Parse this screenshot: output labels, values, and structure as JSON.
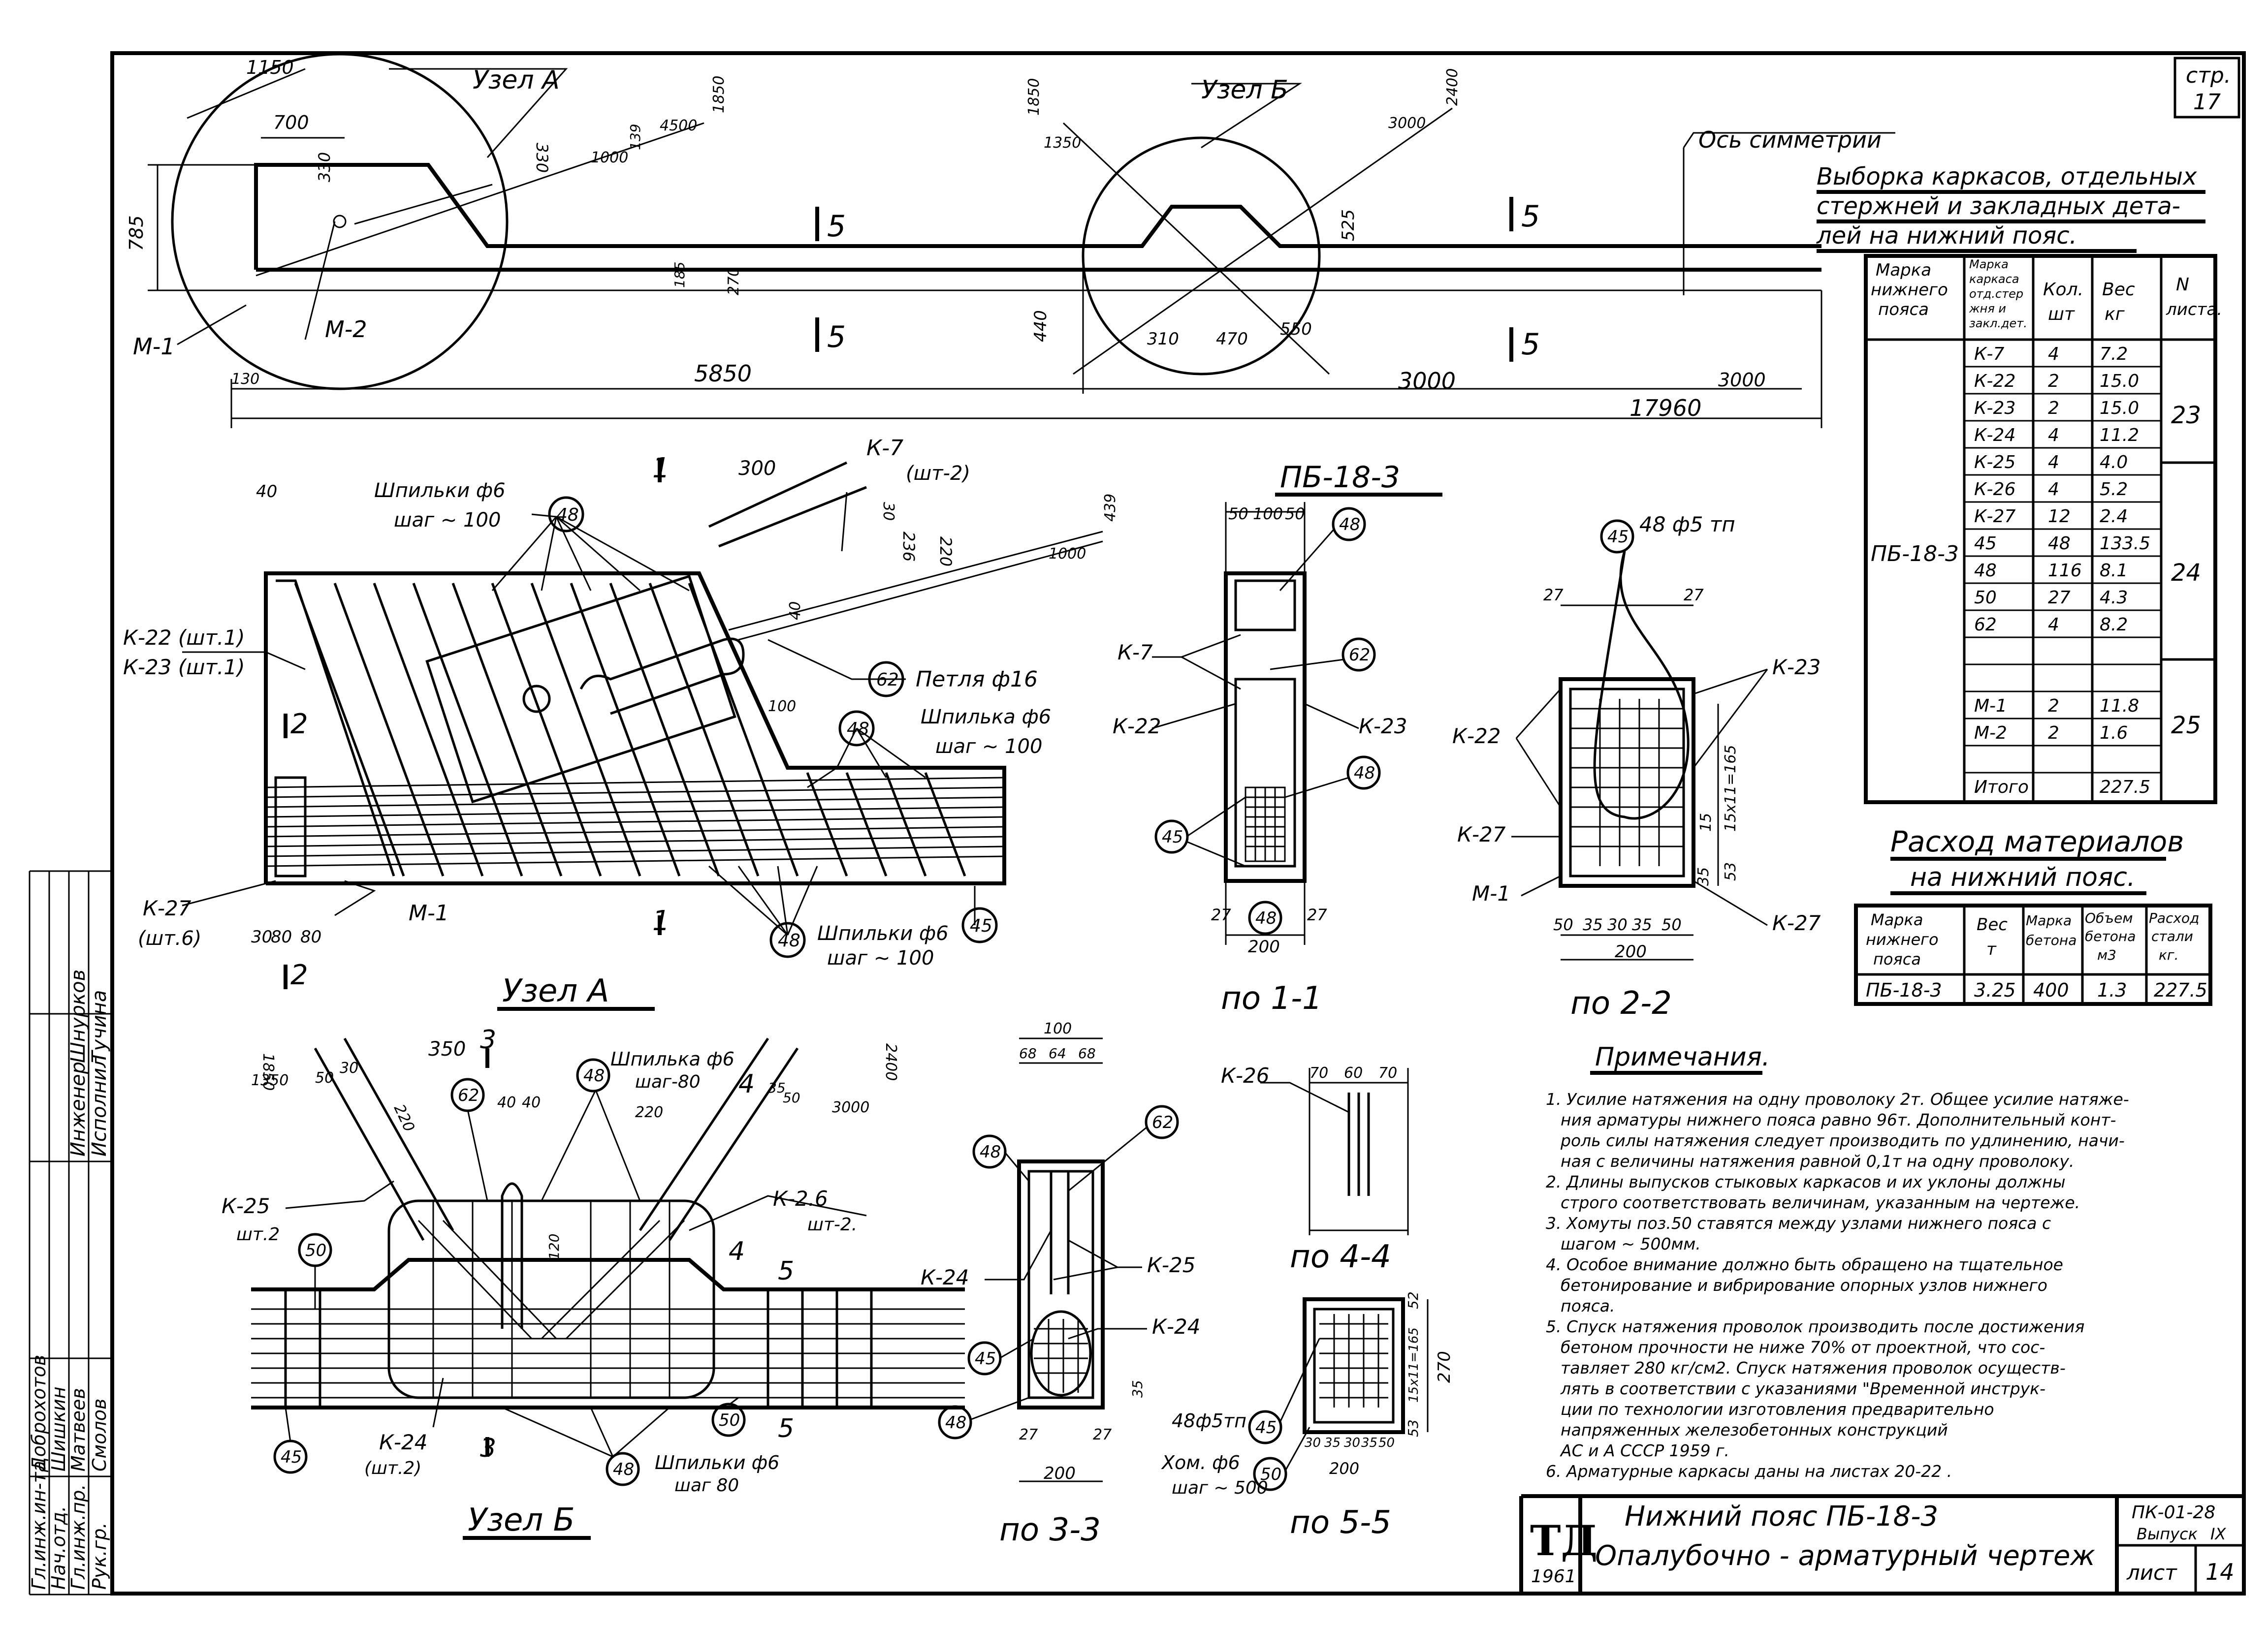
{
  "sheet": {
    "page_label": "стр.",
    "page_number": "17",
    "title_line1": "Нижний пояс ПБ-18-3",
    "title_line2": "Опалубочно - арматурный чертеж",
    "series_code": "ПК-01-28",
    "issue_label": "Выпуск",
    "issue_number": "IX",
    "sheet_label": "лист",
    "sheet_number": "14",
    "logo": "ТД",
    "year": "1961"
  },
  "signatures": [
    {
      "role": "Гл.инж.ин-та",
      "name": "Доброхотов"
    },
    {
      "role": "Нач.отд.",
      "name": "Шишкин"
    },
    {
      "role": "Гл.инж.пр.",
      "name": "Матвеев"
    },
    {
      "role": "Рук.гр.",
      "name": "Смолов"
    },
    {
      "role": "Инженер",
      "name": "Шнурков"
    },
    {
      "role": "Исполнил",
      "name": "Тучина"
    }
  ],
  "elevation": {
    "node_a_label": "Узел А",
    "node_b_label": "Узел Б",
    "axis_label": "Ось симметрии",
    "section_5": "5",
    "m1": "М-1",
    "m2": "М-2",
    "dims": [
      "1150",
      "700",
      "330",
      "330",
      "785",
      "1000",
      "1850",
      "4500",
      "139",
      "1850",
      "1350",
      "2400",
      "3000",
      "525",
      "440",
      "310",
      "470",
      "550",
      "270",
      "185",
      "130",
      "5850",
      "3000",
      "3000",
      "17960"
    ]
  },
  "detail_a": {
    "label": "Узел А",
    "pin_top": "Шпильки ф6",
    "pin_top_step": "шаг ~ 100",
    "pin_mid": "Шпилька ф6",
    "pin_mid_step": "шаг ~ 100",
    "pin_bot": "Шпильки ф6",
    "pin_bot_step": "шаг ~ 100",
    "loop": "Петля ф16",
    "k7": "К-7",
    "k7_qty": "(шт-2)",
    "k22": "К-22 (шт.1)",
    "k23": "К-23 (шт.1)",
    "k27": "К-27",
    "k27_qty": "(шт.6)",
    "m1": "М-1",
    "dims": [
      "40",
      "300",
      "220",
      "236",
      "30",
      "439",
      "1000",
      "40",
      "100",
      "30",
      "80",
      "80"
    ],
    "marks": [
      "48",
      "62",
      "48",
      "48",
      "45"
    ],
    "sections": [
      "1",
      "1",
      "2",
      "2"
    ]
  },
  "section_pb": {
    "title": "ПБ-18-3",
    "dims_top": [
      "50",
      "100",
      "50"
    ],
    "dims_bot": [
      "27",
      "48",
      "27",
      "200"
    ],
    "k7": "К-7",
    "k22": "К-22",
    "k23": "К-23",
    "marks": [
      "48",
      "62",
      "48",
      "45"
    ],
    "caption": "по 1-1"
  },
  "section_22": {
    "strand": "48 ф5 тп",
    "mark": "45",
    "k23": "К-23",
    "k22": "К-22",
    "k27a": "К-27",
    "k27b": "К-27",
    "m1": "М-1",
    "dims": [
      "27",
      "27",
      "15x11=165",
      "15",
      "35",
      "53",
      "50",
      "35",
      "30",
      "35",
      "50",
      "200"
    ],
    "caption": "по 2-2"
  },
  "detail_b": {
    "label": "Узел Б",
    "pin_top": "Шпилька ф6",
    "pin_top_step": "шаг-80",
    "pin_bot": "Шпильки ф6",
    "pin_bot_step": "шаг 80",
    "k25": "К-25",
    "k25_qty": "шт.2",
    "k26": "К-2.6",
    "k26_qty": "шт-2.",
    "k24": "К-24",
    "k24_qty": "(шт.2)",
    "dims": [
      "1850",
      "1350",
      "50",
      "30",
      "350",
      "220",
      "40",
      "40",
      "120",
      "220",
      "35",
      "50",
      "2400",
      "3000"
    ],
    "marks": [
      "62",
      "48",
      "50",
      "45",
      "48",
      "50"
    ],
    "sections": [
      "3",
      "3",
      "4",
      "4",
      "5",
      "5"
    ]
  },
  "section_33": {
    "dims_top": [
      "100",
      "68",
      "64",
      "68"
    ],
    "k24a": "К-24",
    "k25": "К-25",
    "k24b": "К-24",
    "marks": [
      "48",
      "62",
      "45",
      "48"
    ],
    "strand": "48ф5тп",
    "clamp": "Хом. ф6",
    "clamp_step": "шаг ~ 500",
    "dims_bot": [
      "35",
      "27",
      "27",
      "200"
    ],
    "caption": "по 3-3"
  },
  "section_44": {
    "k26": "К-26",
    "dims": [
      "70",
      "60",
      "70"
    ],
    "caption": "по 4-4"
  },
  "section_55": {
    "marks": [
      "45",
      "50"
    ],
    "dims": [
      "52",
      "15x11=165",
      "53",
      "270",
      "30",
      "35",
      "30",
      "35",
      "50",
      "200"
    ],
    "caption": "по 5-5"
  },
  "sample_table": {
    "title_lines": [
      "Выборка каркасов, отдельных",
      "стержней и закладных дета-",
      "лей на нижний пояс."
    ],
    "headers": [
      "Марка нижнего пояса",
      "Марка каркаса отд.стер жня и закл.дет.",
      "Кол. шт",
      "Вес кг",
      "N листа."
    ],
    "pb_mark": "ПБ-18-3",
    "rows": [
      [
        "К-7",
        "4",
        "7.2"
      ],
      [
        "К-22",
        "2",
        "15.0"
      ],
      [
        "К-23",
        "2",
        "15.0"
      ],
      [
        "К-24",
        "4",
        "11.2"
      ],
      [
        "К-25",
        "4",
        "4.0"
      ],
      [
        "К-26",
        "4",
        "5.2"
      ],
      [
        "К-27",
        "12",
        "2.4"
      ],
      [
        "45",
        "48",
        "133.5"
      ],
      [
        "48",
        "116",
        "8.1"
      ],
      [
        "50",
        "27",
        "4.3"
      ],
      [
        "62",
        "4",
        "8.2"
      ],
      [
        "",
        "",
        ""
      ],
      [
        "",
        "",
        ""
      ],
      [
        "М-1",
        "2",
        "11.8"
      ],
      [
        "М-2",
        "2",
        "1.6"
      ],
      [
        "",
        "",
        ""
      ],
      [
        "Итого",
        "",
        "227.5"
      ]
    ],
    "sheet_refs": [
      "23",
      "24",
      "25"
    ]
  },
  "materials_table": {
    "title_line1": "Расход материалов",
    "title_line2": "на нижний пояс.",
    "headers": [
      "Марка нижнего пояса",
      "Вес т",
      "Марка бетона",
      "Объем бетона м3",
      "Расход стали кг."
    ],
    "row": [
      "ПБ-18-3",
      "3.25",
      "400",
      "1.3",
      "227.5"
    ]
  },
  "notes": {
    "title": "Примечания.",
    "lines": [
      "1. Усилие натяжения на одну проволоку 2т. Общее усилие натяже-",
      "ния арматуры нижнего пояса равно 96т. Дополнительный конт-",
      "роль силы натяжения следует производить по удлинению, начи-",
      "ная с величины натяжения равной 0,1т на одну проволоку.",
      "2. Длины выпусков стыковых каркасов и их уклоны должны",
      "строго соответствовать величинам, указанным на чертеже.",
      "3. Хомуты поз.50 ставятся между узлами нижнего пояса с",
      "шагом ~ 500мм.",
      "4. Особое внимание должно быть обращено на тщательное",
      "бетонирование и вибрирование опорных узлов нижнего",
      "пояса.",
      "5. Спуск натяжения проволок производить после достижения",
      "бетоном прочности не ниже 70% от проектной, что сос-",
      "тавляет 280 кг/см2. Спуск натяжения проволок осуществ-",
      "лять в соответствии с указаниями \"Временной инструк-",
      "ции по технологии изготовления предварительно",
      "напряженных железобетонных конструкций",
      "АС и А СССР 1959 г.",
      "6. Арматурные каркасы даны на листах 20-22 ."
    ]
  }
}
